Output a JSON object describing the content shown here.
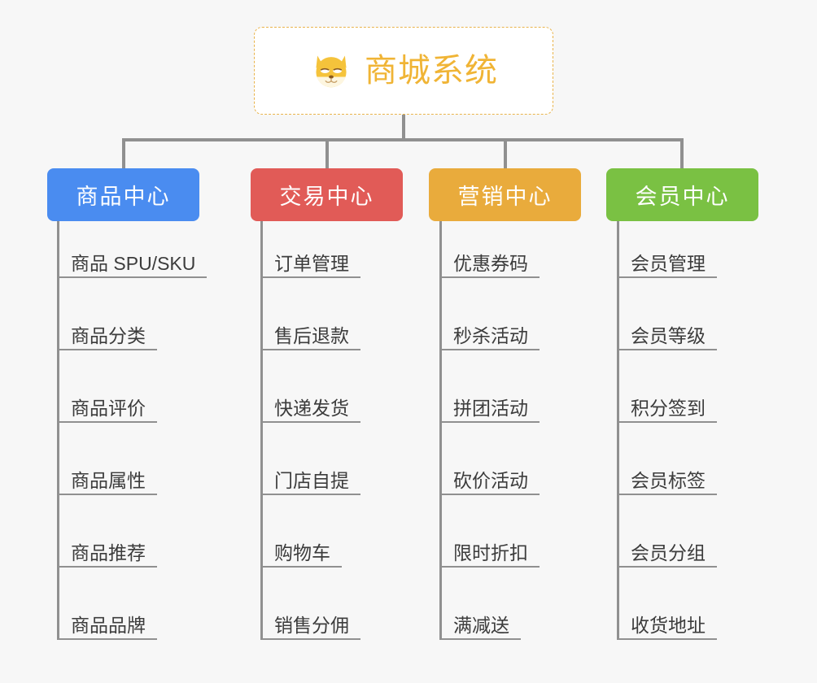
{
  "page": {
    "background_color": "#f7f7f7",
    "line_color": "#909090",
    "leaf_text_color": "#3c3c3c"
  },
  "root": {
    "title": "商城系统",
    "icon": "shiba-dog-face-icon",
    "text_color": "#f0b435",
    "border_color": "#e9b44c",
    "background_color": "#ffffff"
  },
  "categories": [
    {
      "label": "商品中心",
      "color": "#4a8cf0",
      "items": [
        "商品 SPU/SKU",
        "商品分类",
        "商品评价",
        "商品属性",
        "商品推荐",
        "商品品牌"
      ]
    },
    {
      "label": "交易中心",
      "color": "#e15b57",
      "items": [
        "订单管理",
        "售后退款",
        "快递发货",
        "门店自提",
        "购物车",
        "销售分佣"
      ]
    },
    {
      "label": "营销中心",
      "color": "#e9ab3c",
      "items": [
        "优惠券码",
        "秒杀活动",
        "拼团活动",
        "砍价活动",
        "限时折扣",
        "满减送"
      ]
    },
    {
      "label": "会员中心",
      "color": "#7ac143",
      "items": [
        "会员管理",
        "会员等级",
        "积分签到",
        "会员标签",
        "会员分组",
        "收货地址"
      ]
    }
  ]
}
